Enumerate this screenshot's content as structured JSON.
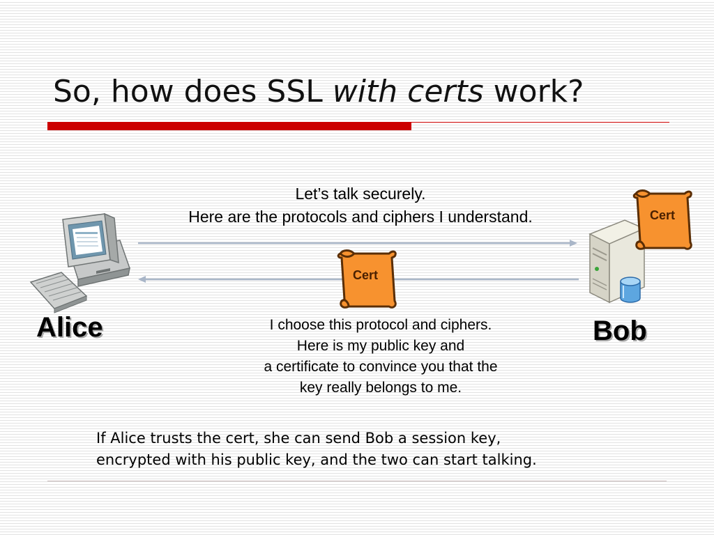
{
  "slide": {
    "title_before": "So, how does SSL ",
    "title_emphasis": "with certs",
    "title_after": " work?"
  },
  "parties": {
    "alice": {
      "label": "Alice",
      "icon": "computer-icon"
    },
    "bob": {
      "label": "Bob",
      "icon": "server-icon"
    }
  },
  "messages": {
    "client_hello": [
      "Let’s talk securely.",
      "Here are the protocols and ciphers I understand."
    ],
    "server_hello": [
      "I choose this protocol and ciphers.",
      "Here is my public key and",
      "a certificate to convince you that the",
      "key really belongs to me."
    ]
  },
  "certificates": {
    "in_transit_label": "Cert",
    "bob_label": "Cert",
    "icon": "scroll-certificate-icon"
  },
  "conclusion": [
    "If Alice trusts the cert, she can send Bob a session key,",
    "encrypted with his public key, and the two can start talking."
  ],
  "colors": {
    "accent_red": "#cc0000",
    "arrow": "#a9b6c8",
    "scroll_fill": "#f7922f",
    "scroll_outline": "#5a2e06"
  }
}
